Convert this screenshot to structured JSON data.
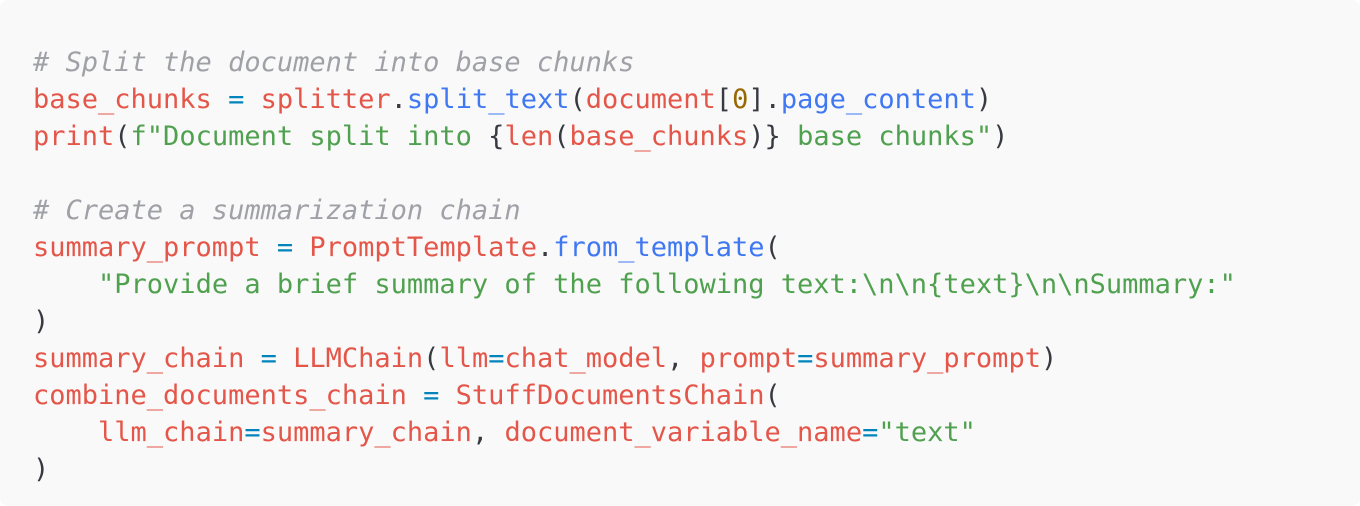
{
  "colors": {
    "background": "#f9f9f9",
    "comment": "#a0a1a7",
    "variable": "#e45649",
    "punctuation": "#383a42",
    "operator": "#0184bc",
    "function": "#4078f2",
    "number": "#986801",
    "string": "#50a14f"
  },
  "code": {
    "lines": [
      {
        "tokens": [
          {
            "t": "comment",
            "v": "# Split the document into base chunks"
          }
        ]
      },
      {
        "tokens": [
          {
            "t": "var",
            "v": "base_chunks"
          },
          {
            "t": "punct",
            "v": " "
          },
          {
            "t": "op",
            "v": "="
          },
          {
            "t": "punct",
            "v": " "
          },
          {
            "t": "var",
            "v": "splitter"
          },
          {
            "t": "punct",
            "v": "."
          },
          {
            "t": "func",
            "v": "split_text"
          },
          {
            "t": "punct",
            "v": "("
          },
          {
            "t": "var",
            "v": "document"
          },
          {
            "t": "punct",
            "v": "["
          },
          {
            "t": "num",
            "v": "0"
          },
          {
            "t": "punct",
            "v": "]."
          },
          {
            "t": "func",
            "v": "page_content"
          },
          {
            "t": "punct",
            "v": ")"
          }
        ]
      },
      {
        "tokens": [
          {
            "t": "var",
            "v": "print"
          },
          {
            "t": "punct",
            "v": "("
          },
          {
            "t": "str",
            "v": "f\"Document split into "
          },
          {
            "t": "punct",
            "v": "{"
          },
          {
            "t": "var",
            "v": "len"
          },
          {
            "t": "punct",
            "v": "("
          },
          {
            "t": "var",
            "v": "base_chunks"
          },
          {
            "t": "punct",
            "v": ")}"
          },
          {
            "t": "str",
            "v": " base chunks\""
          },
          {
            "t": "punct",
            "v": ")"
          }
        ]
      },
      {
        "tokens": []
      },
      {
        "tokens": [
          {
            "t": "comment",
            "v": "# Create a summarization chain"
          }
        ]
      },
      {
        "tokens": [
          {
            "t": "var",
            "v": "summary_prompt"
          },
          {
            "t": "punct",
            "v": " "
          },
          {
            "t": "op",
            "v": "="
          },
          {
            "t": "punct",
            "v": " "
          },
          {
            "t": "var",
            "v": "PromptTemplate"
          },
          {
            "t": "punct",
            "v": "."
          },
          {
            "t": "func",
            "v": "from_template"
          },
          {
            "t": "punct",
            "v": "("
          }
        ]
      },
      {
        "tokens": [
          {
            "t": "punct",
            "v": "    "
          },
          {
            "t": "str",
            "v": "\"Provide a brief summary of the following text:\\n\\n{text}\\n\\nSummary:\""
          }
        ]
      },
      {
        "tokens": [
          {
            "t": "punct",
            "v": ")"
          }
        ]
      },
      {
        "tokens": [
          {
            "t": "var",
            "v": "summary_chain"
          },
          {
            "t": "punct",
            "v": " "
          },
          {
            "t": "op",
            "v": "="
          },
          {
            "t": "punct",
            "v": " "
          },
          {
            "t": "var",
            "v": "LLMChain"
          },
          {
            "t": "punct",
            "v": "("
          },
          {
            "t": "var",
            "v": "llm"
          },
          {
            "t": "op",
            "v": "="
          },
          {
            "t": "var",
            "v": "chat_model"
          },
          {
            "t": "punct",
            "v": ", "
          },
          {
            "t": "var",
            "v": "prompt"
          },
          {
            "t": "op",
            "v": "="
          },
          {
            "t": "var",
            "v": "summary_prompt"
          },
          {
            "t": "punct",
            "v": ")"
          }
        ]
      },
      {
        "tokens": [
          {
            "t": "var",
            "v": "combine_documents_chain"
          },
          {
            "t": "punct",
            "v": " "
          },
          {
            "t": "op",
            "v": "="
          },
          {
            "t": "punct",
            "v": " "
          },
          {
            "t": "var",
            "v": "StuffDocumentsChain"
          },
          {
            "t": "punct",
            "v": "("
          }
        ]
      },
      {
        "tokens": [
          {
            "t": "punct",
            "v": "    "
          },
          {
            "t": "var",
            "v": "llm_chain"
          },
          {
            "t": "op",
            "v": "="
          },
          {
            "t": "var",
            "v": "summary_chain"
          },
          {
            "t": "punct",
            "v": ", "
          },
          {
            "t": "var",
            "v": "document_variable_name"
          },
          {
            "t": "op",
            "v": "="
          },
          {
            "t": "str",
            "v": "\"text\""
          }
        ]
      },
      {
        "tokens": [
          {
            "t": "punct",
            "v": ")"
          }
        ]
      }
    ]
  }
}
